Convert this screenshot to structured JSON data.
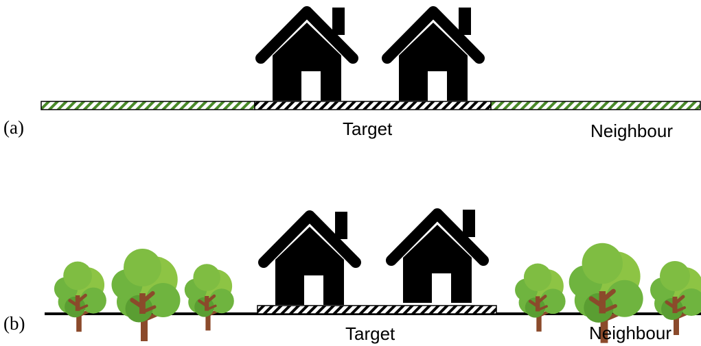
{
  "panels": [
    {
      "label": "(a)",
      "target_label": "Target",
      "neighbour_label": "Neighbour",
      "neighbour_representation": "green hatched ground strip",
      "target_representation": "black hatched ground strip"
    },
    {
      "label": "(b)",
      "target_label": "Target",
      "neighbour_label": "Neighbour",
      "neighbour_representation": "trees",
      "target_representation": "black hatched ground strip"
    }
  ],
  "colors": {
    "house": "#000000",
    "hatch_target": "#000000",
    "hatch_neighbour": "#4a8a2a",
    "tree_light": "#8dc444",
    "tree_mid": "#6fb43f",
    "tree_dark": "#5a9e32",
    "trunk": "#8b4a2b",
    "ground": "#000000"
  },
  "icons": [
    "house-icon",
    "tree-icon"
  ]
}
